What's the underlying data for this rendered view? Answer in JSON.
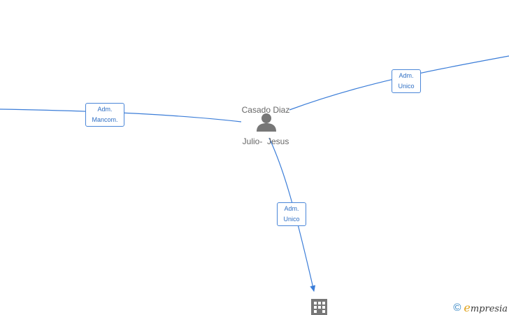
{
  "person": {
    "name_line1": "Casado Diaz",
    "name_line2": "Julio-  Jesus",
    "icon": "person-icon"
  },
  "edges": [
    {
      "id": "left",
      "line1": "Adm.",
      "line2": "Mancom."
    },
    {
      "id": "right",
      "line1": "Adm.",
      "line2": "Unico"
    },
    {
      "id": "down",
      "line1": "Adm.",
      "line2": "Unico"
    }
  ],
  "company": {
    "icon": "building-icon"
  },
  "watermark": {
    "symbol": "©",
    "brand_initial": "e",
    "brand_rest": "mpresia"
  },
  "colors": {
    "edge": "#3b7dd8",
    "icon": "#777777",
    "label_border": "#4a86d8"
  }
}
